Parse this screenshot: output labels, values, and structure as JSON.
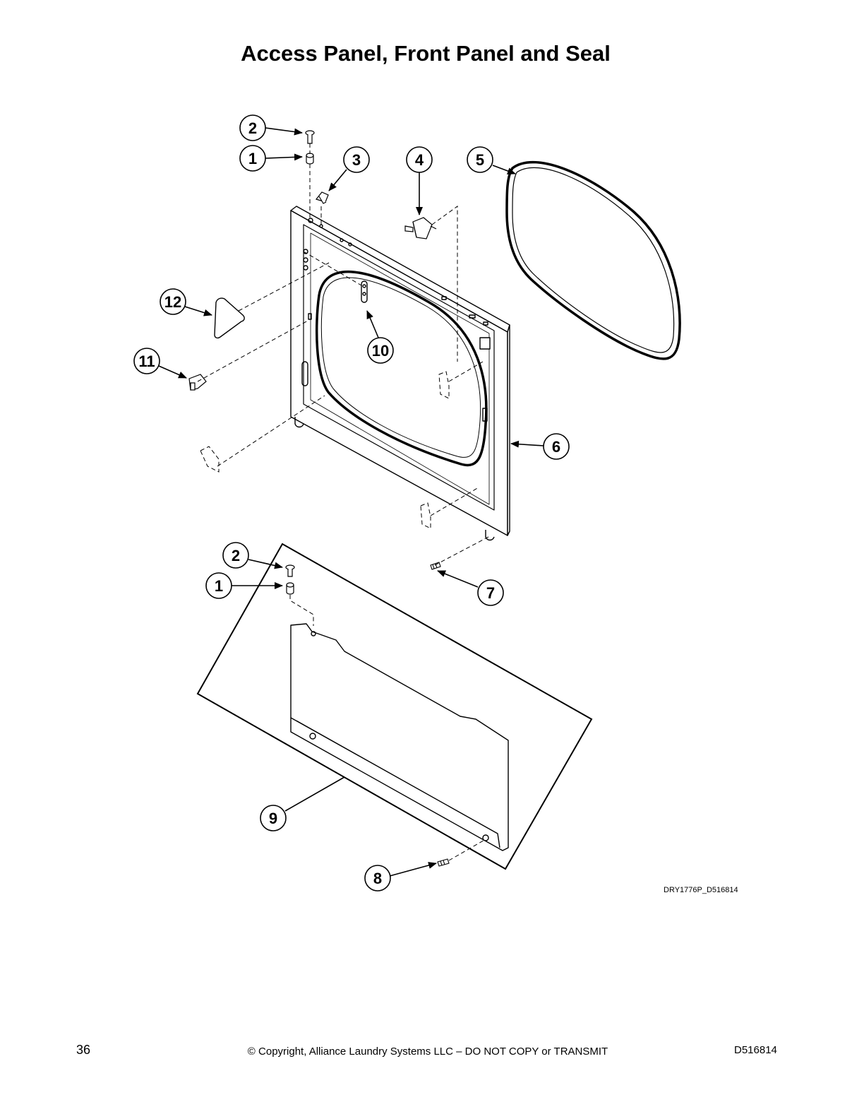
{
  "title": "Access Panel, Front Panel and Seal",
  "callouts": [
    {
      "label": "2"
    },
    {
      "label": "1"
    },
    {
      "label": "3"
    },
    {
      "label": "4"
    },
    {
      "label": "5"
    },
    {
      "label": "12"
    },
    {
      "label": "10"
    },
    {
      "label": "11"
    },
    {
      "label": "6"
    },
    {
      "label": "2"
    },
    {
      "label": "1"
    },
    {
      "label": "7"
    },
    {
      "label": "9"
    },
    {
      "label": "8"
    }
  ],
  "drawing_id": "DRY1776P_D516814",
  "footer": {
    "page_number": "36",
    "copyright": "© Copyright, Alliance Laundry Systems LLC – DO NOT COPY or TRANSMIT",
    "doc_number": "D516814"
  }
}
